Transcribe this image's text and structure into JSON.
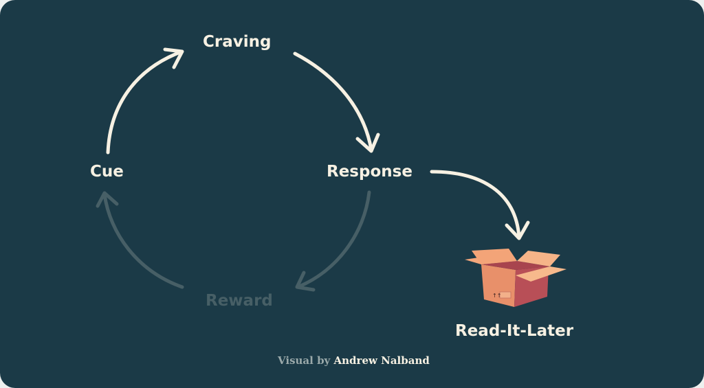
{
  "diagram": {
    "nodes": {
      "craving": "Craving",
      "cue": "Cue",
      "response": "Response",
      "reward": "Reward",
      "read_it_later": "Read-It-Later"
    },
    "colors": {
      "background": "#1b3a47",
      "active": "#f7f1e3",
      "faded": "#475f66",
      "box": "#e8906a"
    }
  },
  "credit": {
    "prefix": "Visual by",
    "author": "Andrew Nalband"
  }
}
